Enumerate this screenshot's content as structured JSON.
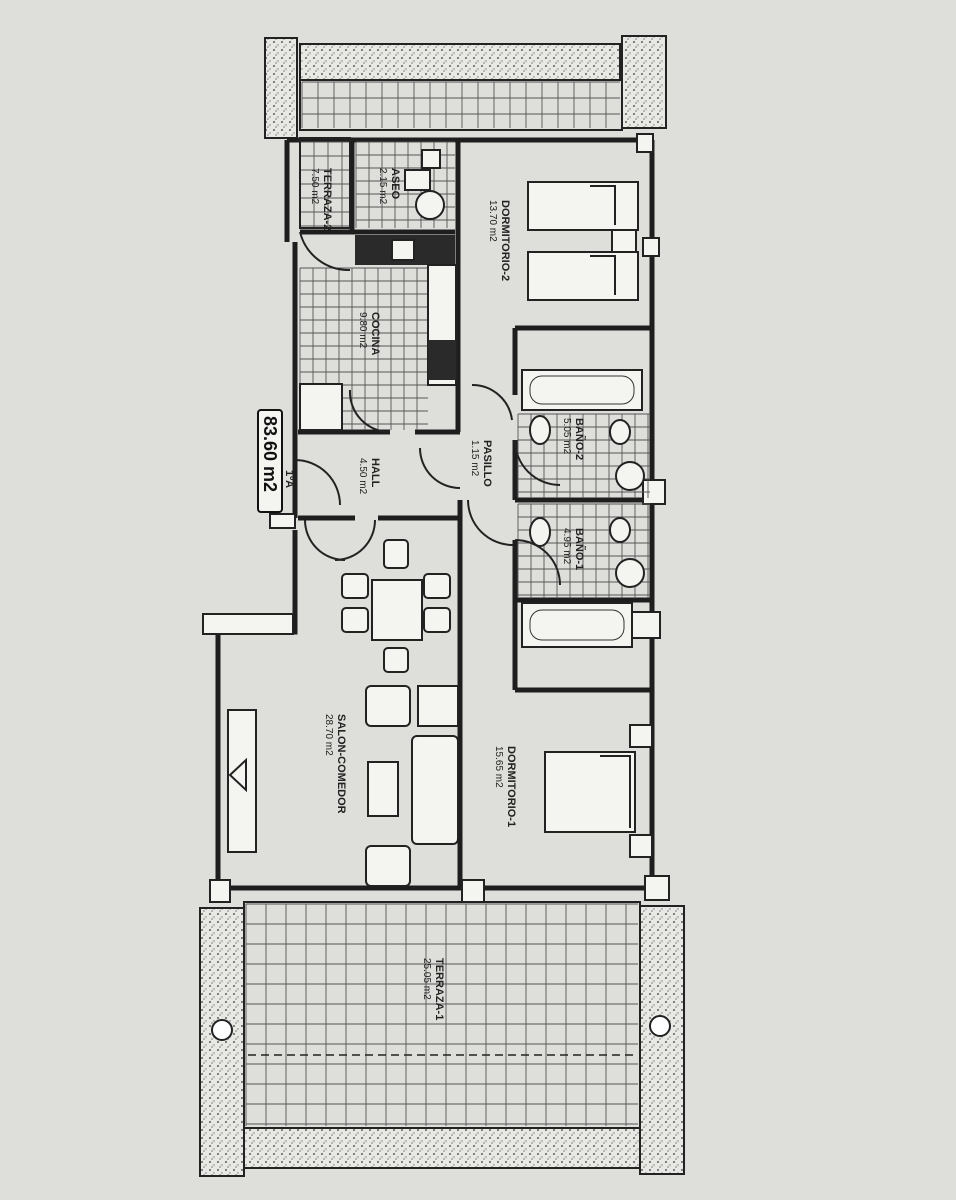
{
  "plan": {
    "total_area": "83.60 m2",
    "rooms": [
      {
        "id": "terraza-2",
        "name": "TERRAZA-2",
        "area": "7.50 m2"
      },
      {
        "id": "aseo",
        "name": "ASEO",
        "area": "2.15 m2"
      },
      {
        "id": "dormitorio-2",
        "name": "DORMITORIO-2",
        "area": "13.70 m2"
      },
      {
        "id": "cocina",
        "name": "COCINA",
        "area": "9.80 m2"
      },
      {
        "id": "hall",
        "name": "HALL",
        "area": "4.50 m2"
      },
      {
        "id": "pasillo",
        "name": "PASILLO",
        "area": "1.15 m2"
      },
      {
        "id": "bano-2",
        "name": "BAÑO-2",
        "area": "5.05 m2"
      },
      {
        "id": "bano-1",
        "name": "BAÑO-1",
        "area": "4.95 m2"
      },
      {
        "id": "salon-comedor",
        "name": "SALON-COMEDOR",
        "area": "28.70 m2"
      },
      {
        "id": "dormitorio-1",
        "name": "DORMITORIO-1",
        "area": "15.65 m2"
      },
      {
        "id": "terraza-1",
        "name": "TERRAZA-1",
        "area": "25.05 m2"
      }
    ],
    "entrance": "1ºA"
  }
}
